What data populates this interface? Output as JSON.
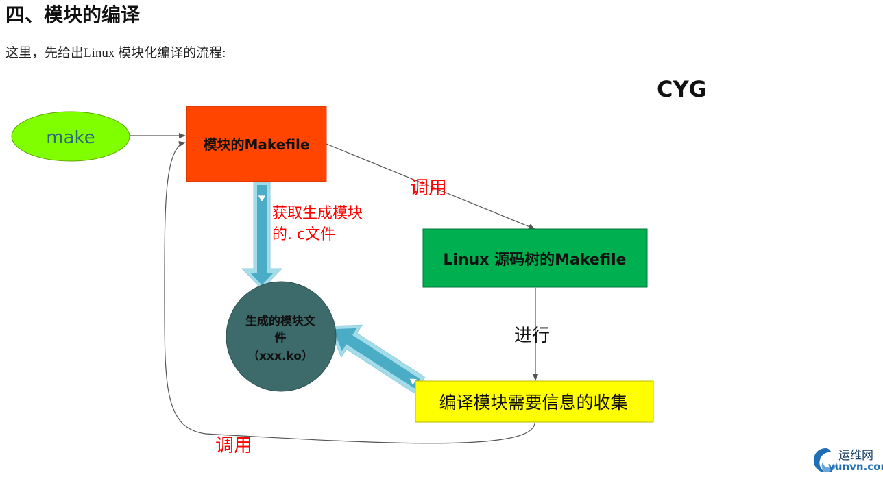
{
  "page": {
    "heading": "四、模块的编译",
    "intro": "这里，先给出Linux 模块化编译的流程:"
  },
  "diagram": {
    "watermark": "CYG",
    "nodes": {
      "make": {
        "label": "make",
        "color": "#7fff00",
        "text_color": "#2f6b7a"
      },
      "module_makefile": {
        "label": "模块的Makefile",
        "color": "#ff4500"
      },
      "linux_makefile": {
        "label": "Linux 源码树的Makefile",
        "color": "#00b050"
      },
      "collect": {
        "label": "编译模块需要信息的收集",
        "color": "#ffff00"
      },
      "output": {
        "line1": "生成的模块文",
        "line2": "件",
        "line3": "（xxx.ko）",
        "color": "#3d6b6b"
      }
    },
    "edges": {
      "call_1": "调用",
      "fetch_line1": "获取生成模块",
      "fetch_line2": "的. c文件",
      "proceed": "进行",
      "call_2": "调用"
    },
    "colors": {
      "edge_label_red": "#ff0000",
      "fat_arrow_fill": "#4bacc6",
      "fat_arrow_outline": "#a5dce9",
      "connector": "#555555"
    }
  },
  "brand": {
    "name": "运维网",
    "domain": "yunvn.com",
    "icon": "swirl-logo-icon"
  }
}
